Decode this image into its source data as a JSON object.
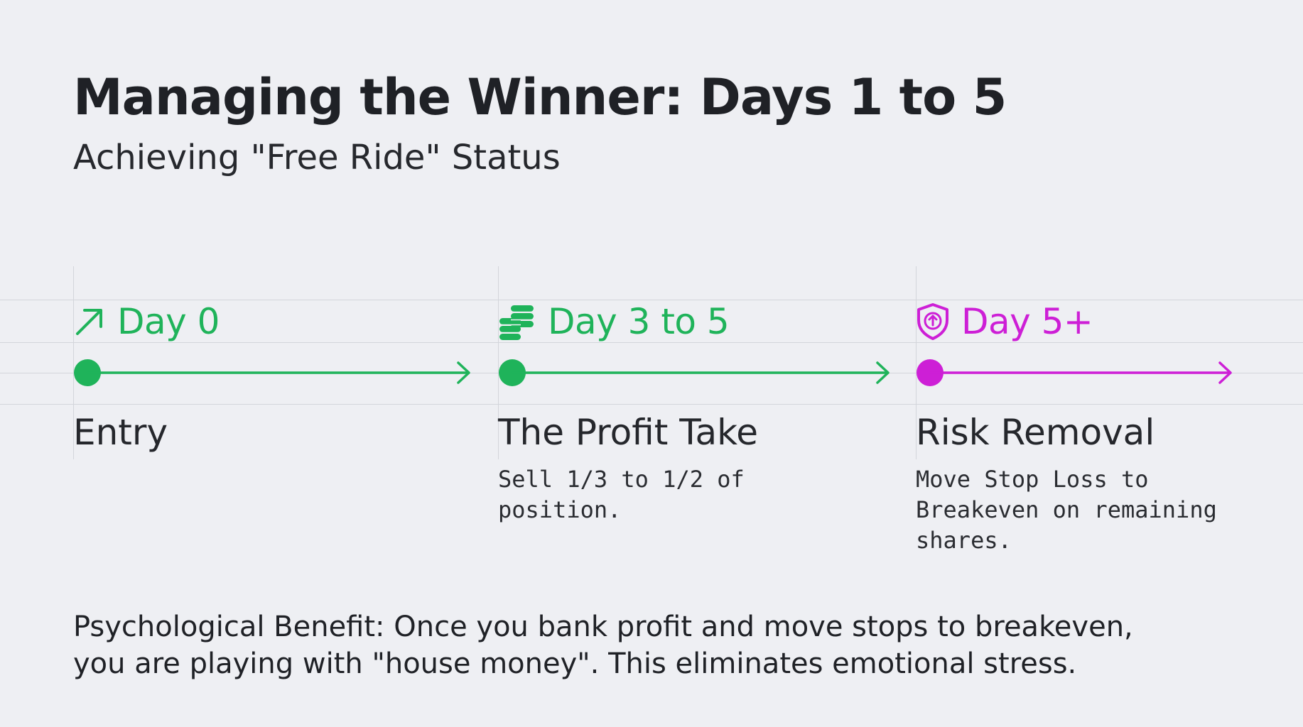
{
  "title": "Managing the Winner: Days 1 to 5",
  "subtitle": "Achieving \"Free Ride\" Status",
  "colors": {
    "green": "#1fb35a",
    "magenta": "#cd1fd6",
    "text": "#1f2126",
    "background": "#eeeff3"
  },
  "stages": [
    {
      "day": "Day 0",
      "icon": "trend-arrow-up-right-icon",
      "color": "#1fb35a",
      "name": "Entry",
      "description": ""
    },
    {
      "day": "Day 3 to 5",
      "icon": "coin-stack-icon",
      "color": "#1fb35a",
      "name": "The Profit Take",
      "description": "Sell 1/3 to 1/2 of position."
    },
    {
      "day": "Day 5+",
      "icon": "shield-up-arrow-icon",
      "color": "#cd1fd6",
      "name": "Risk Removal",
      "description": "Move Stop Loss to Breakeven on remaining shares."
    }
  ],
  "footer": "Psychological Benefit: Once you bank profit and move stops to breakeven, you are playing with \"house money\". This eliminates emotional stress."
}
